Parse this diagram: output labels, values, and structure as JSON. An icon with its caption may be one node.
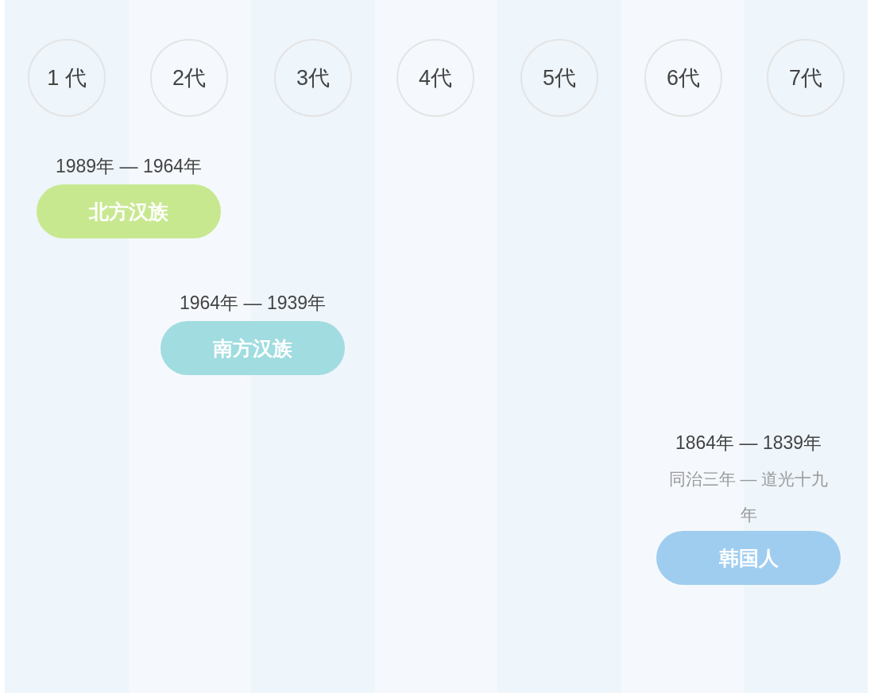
{
  "diagram": {
    "nodes": [
      {
        "text": [
          "1 代"
        ]
      },
      {
        "text": [
          "2代"
        ]
      },
      {
        "text": [
          "3代"
        ]
      },
      {
        "text": [
          "4代"
        ]
      },
      {
        "text": [
          "5代"
        ]
      },
      {
        "text": [
          "6代"
        ]
      },
      {
        "text": [
          "7代"
        ]
      },
      {
        "text": [
          "北方汉族"
        ],
        "beside": [
          "1989年 — 1964年"
        ]
      },
      {
        "text": [
          "南方汉族"
        ],
        "beside": [
          "1964年 — 1939年"
        ]
      },
      {
        "text": [
          "韩国人"
        ],
        "beside": [
          "1864年 — 1839年",
          "同治三年 — 道光十九年"
        ]
      }
    ],
    "edges": []
  }
}
